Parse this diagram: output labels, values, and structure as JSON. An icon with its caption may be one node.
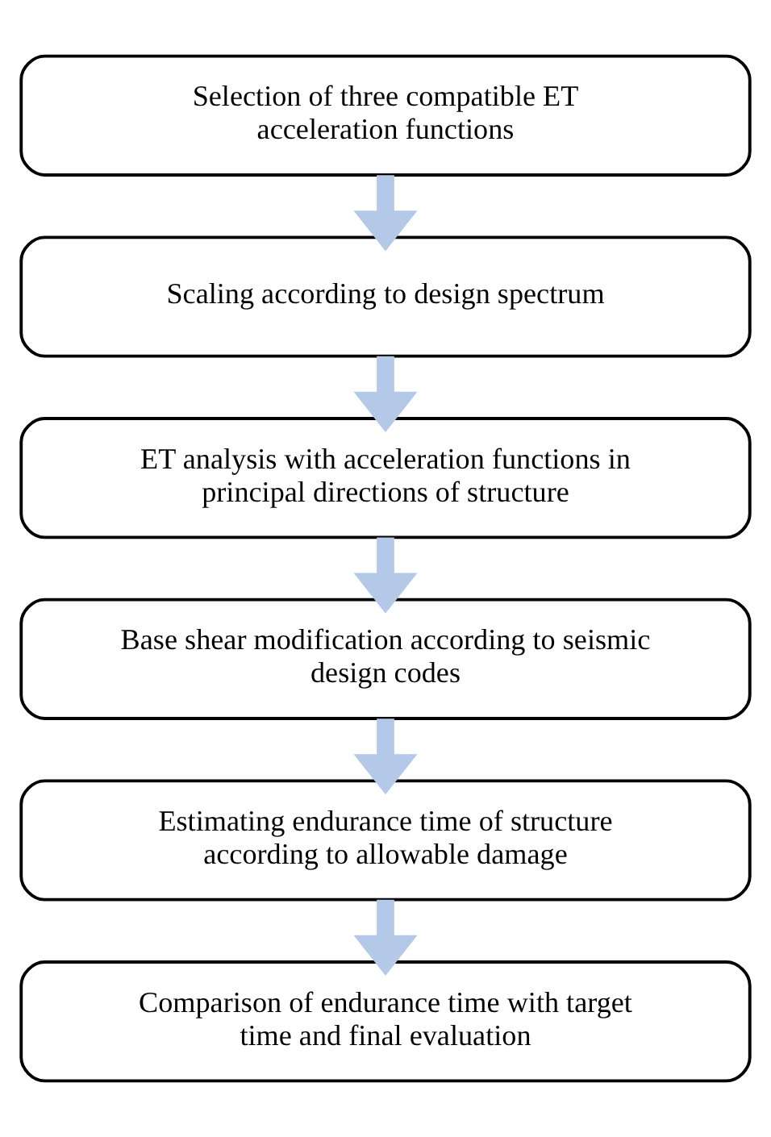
{
  "diagram": {
    "nodes": [
      {
        "text": [
          "Selection of three compatible ET acceleration functions"
        ]
      },
      {
        "text": [
          "Scaling according to design spectrum"
        ]
      },
      {
        "text": [
          "ET analysis with acceleration functions in principal directions of structure"
        ]
      },
      {
        "text": [
          "Base shear modification according to seismic design codes"
        ]
      },
      {
        "text": [
          "Estimating endurance time of structure according to allowable damage"
        ]
      },
      {
        "text": [
          "Comparison of endurance time with target time and final evaluation"
        ]
      }
    ],
    "edges": [
      {
        "from": 0,
        "to": 1,
        "arrow": "to"
      },
      {
        "from": 1,
        "to": 2,
        "arrow": "to"
      },
      {
        "from": 2,
        "to": 3,
        "arrow": "to"
      },
      {
        "from": 3,
        "to": 4,
        "arrow": "to"
      },
      {
        "from": 4,
        "to": 5,
        "arrow": "to"
      }
    ]
  }
}
